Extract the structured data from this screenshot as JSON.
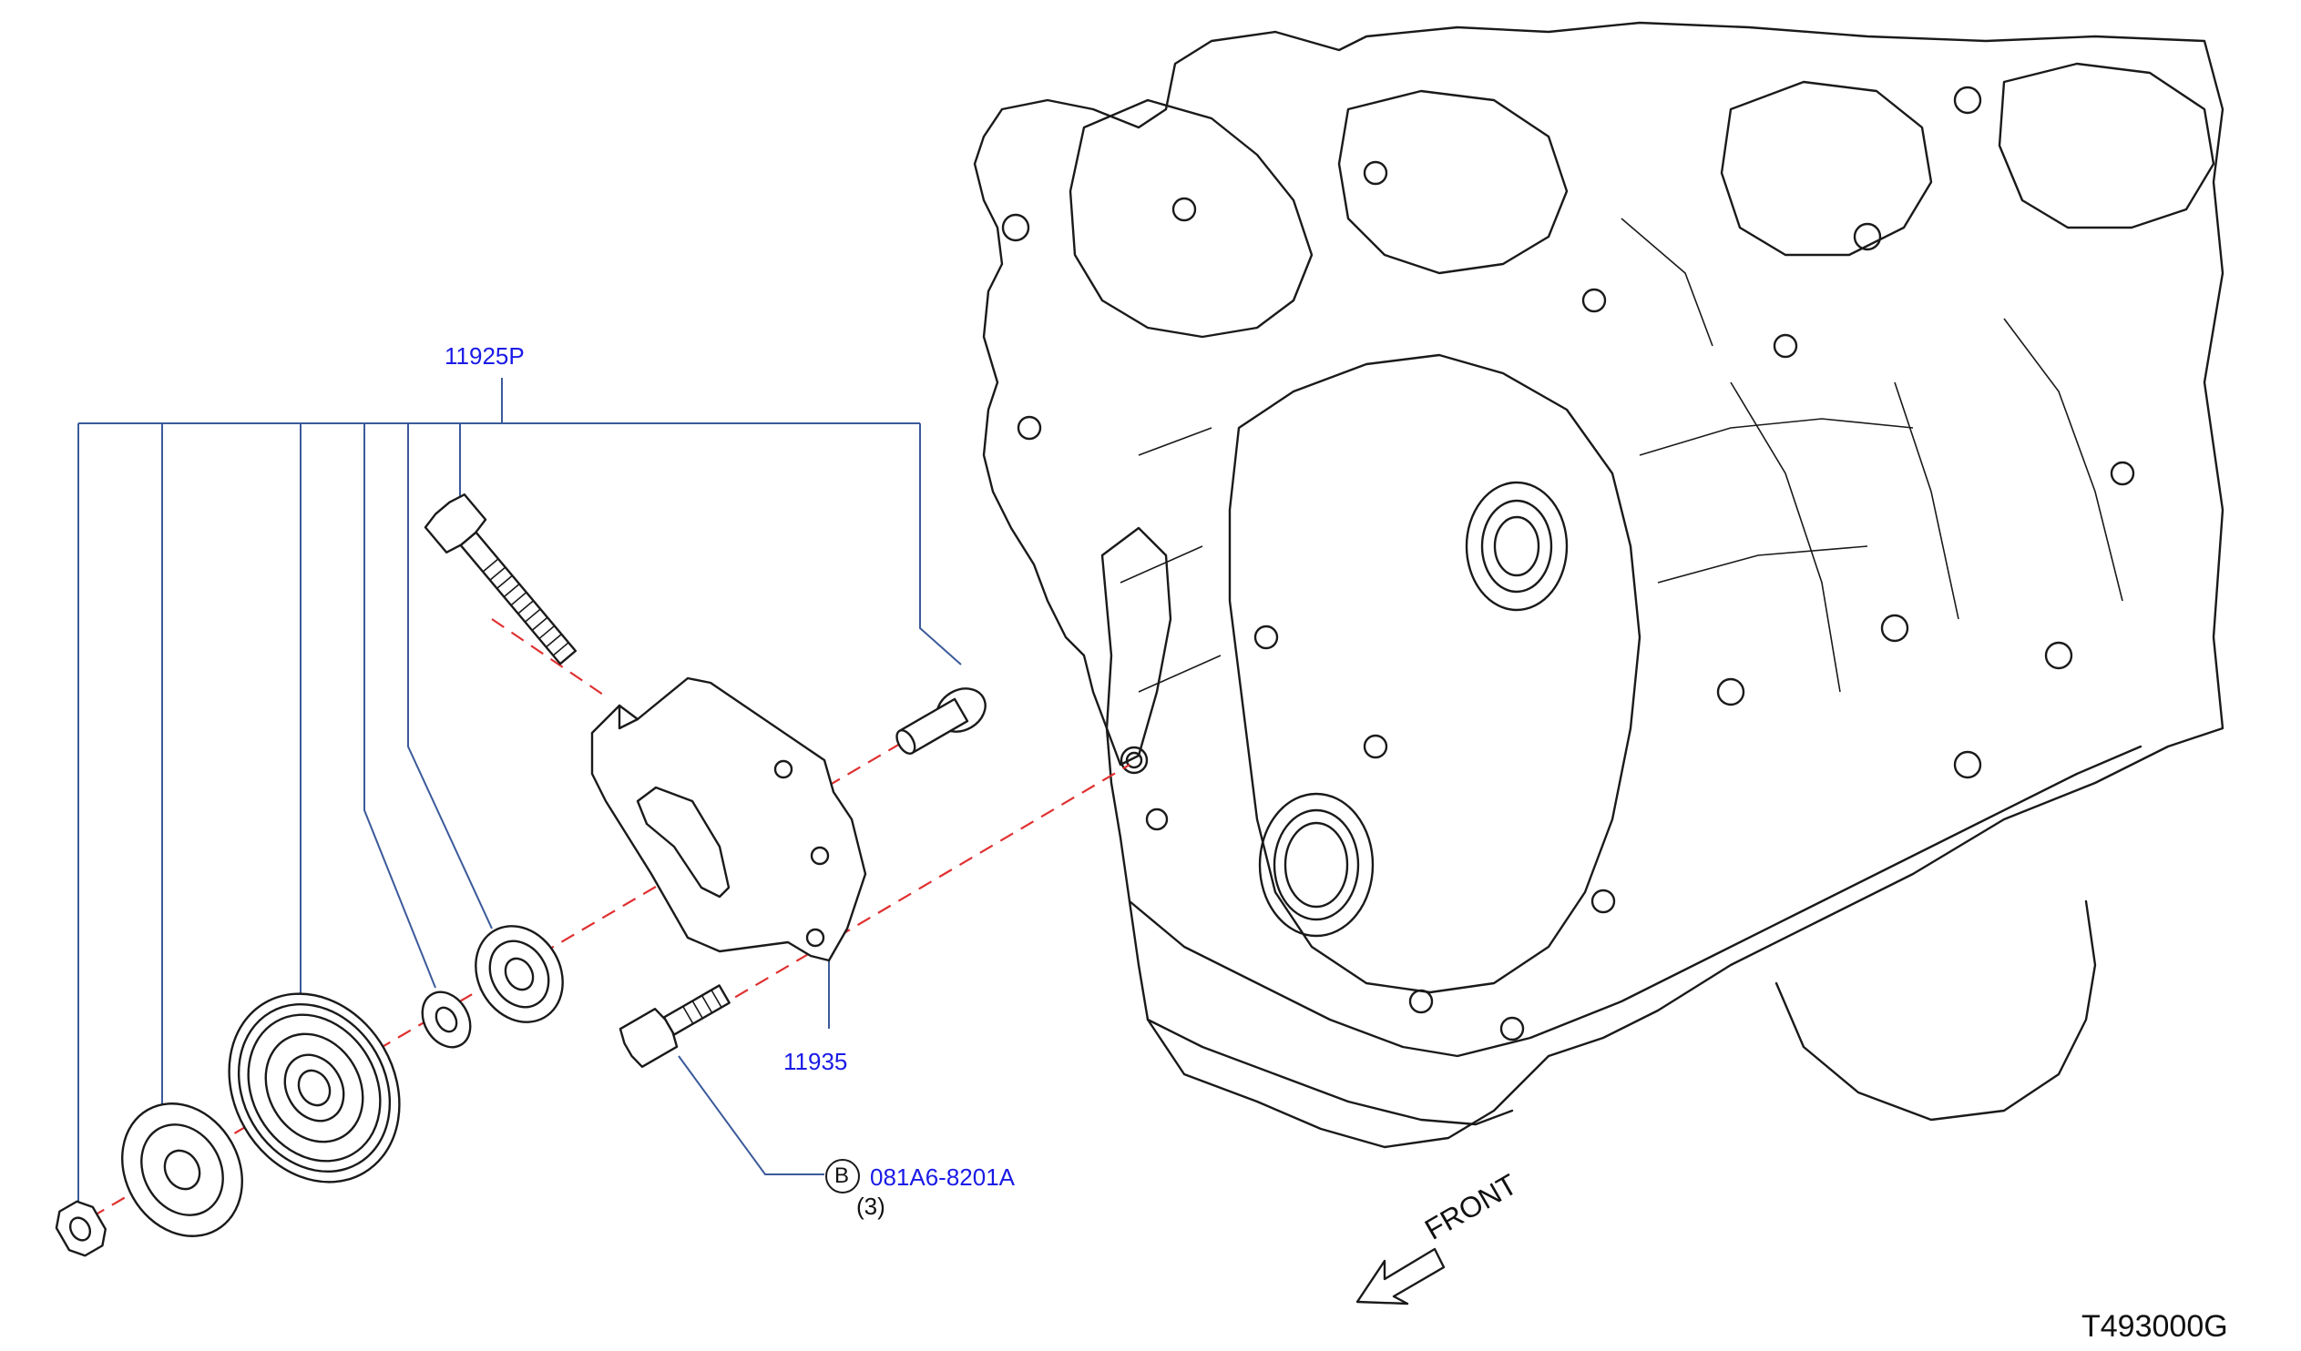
{
  "colors": {
    "part_number_text": "#1a1ae6",
    "leader_lines": "#3b5a9a",
    "center_lines": "#e03030",
    "drawing_lines": "#1a1a1a"
  },
  "callouts": {
    "assembly_part_number": "11925P",
    "bracket_part_number": "11935",
    "bolt_symbol": "B",
    "bolt_part_number": "081A6-8201A",
    "bolt_quantity": "(3)"
  },
  "front_indicator": {
    "label": "FRONT",
    "icon": "arrow-icon"
  },
  "figure_code": "T493000G"
}
